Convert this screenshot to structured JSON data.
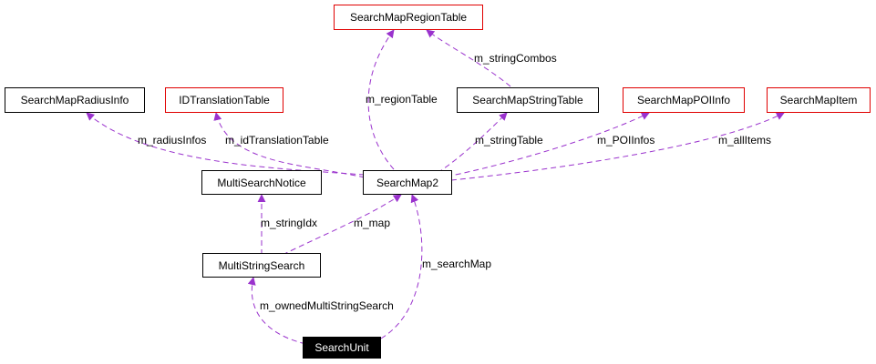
{
  "nodes": {
    "region_table": "SearchMapRegionTable",
    "radius_info": "SearchMapRadiusInfo",
    "id_translation": "IDTranslationTable",
    "string_table": "SearchMapStringTable",
    "poi_info": "SearchMapPOIInfo",
    "item": "SearchMapItem",
    "notice": "MultiSearchNotice",
    "map2": "SearchMap2",
    "multi_string_search": "MultiStringSearch",
    "unit": "SearchUnit"
  },
  "edges": {
    "string_combos": "m_stringCombos",
    "region_table": "m_regionTable",
    "radius_infos": "m_radiusInfos",
    "id_translation_table": "m_idTranslationTable",
    "string_table": "m_stringTable",
    "poi_infos": "m_POIInfos",
    "all_items": "m_allItems",
    "string_idx": "m_stringIdx",
    "map": "m_map",
    "search_map": "m_searchMap",
    "owned_multi_string_search": "m_ownedMultiStringSearch"
  },
  "colors": {
    "edge": "#9a32cd",
    "external_border": "#e00000",
    "node_border": "#000000",
    "focus_fill": "#000000",
    "focus_text": "#ffffff"
  }
}
